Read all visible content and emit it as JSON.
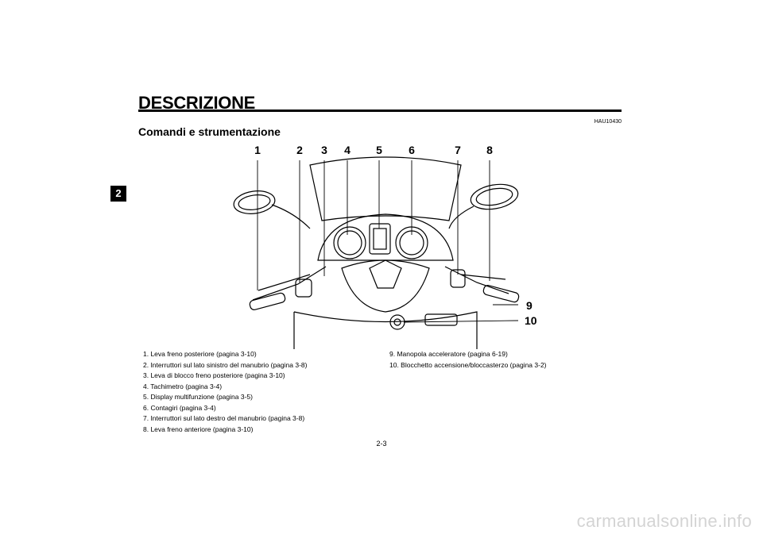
{
  "header": {
    "title": "DESCRIZIONE",
    "chapter_tab": "2",
    "ref_code": "HAU10430"
  },
  "section": {
    "title": "Comandi e strumentazione"
  },
  "figure": {
    "callouts": [
      "1",
      "2",
      "3",
      "4",
      "5",
      "6",
      "7",
      "8",
      "9",
      "10"
    ]
  },
  "legend": {
    "left": [
      "1. Leva freno posteriore (pagina 3-10)",
      "2. Interruttori sul lato sinistro del manubrio (pagina 3-8)",
      "3. Leva di blocco freno posteriore (pagina 3-10)",
      "4. Tachimetro (pagina 3-4)",
      "5. Display multifunzione (pagina 3-5)",
      "6. Contagiri (pagina 3-4)",
      "7. Interruttori sul lato destro del manubrio (pagina 3-8)",
      "8. Leva freno anteriore (pagina 3-10)"
    ],
    "right": [
      "9. Manopola acceleratore (pagina 6-19)",
      "10. Blocchetto accensione/bloccasterzo (pagina 3-2)"
    ]
  },
  "footer": {
    "page_number": "2-3",
    "watermark": "carmanualsonline.info"
  }
}
